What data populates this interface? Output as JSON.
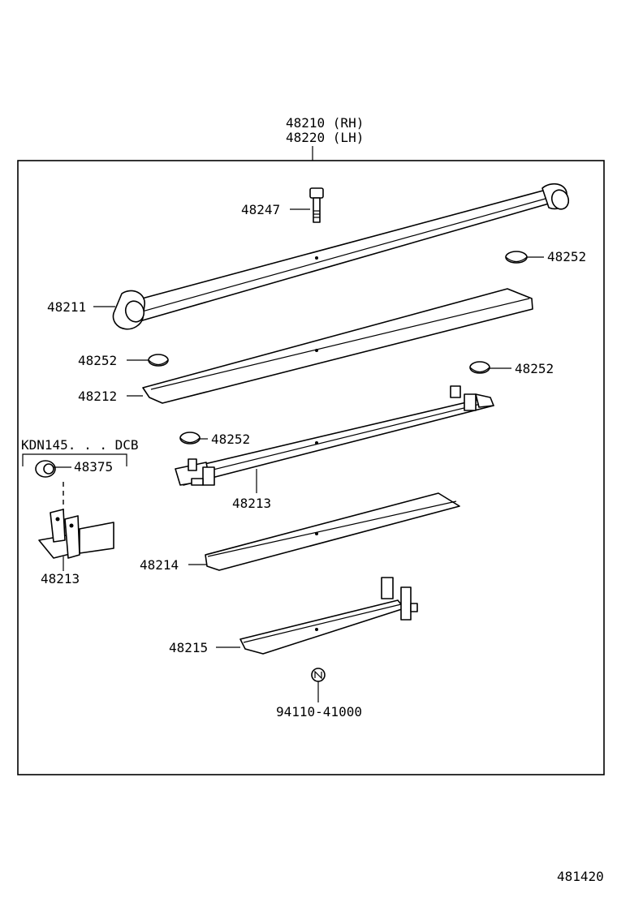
{
  "assembly": {
    "rh": "48210 (RH)",
    "lh": "48220 (LH)"
  },
  "callouts": {
    "bolt": "48247",
    "main_leaf": "48211",
    "leaf2": "48212",
    "leaf3": "48213",
    "leaf4": "48214",
    "leaf5": "48215",
    "bumper_top_right": "48252",
    "bumper_left": "48252",
    "bumper_right": "48252",
    "bumper_mid": "48252",
    "nut": "94110-41000"
  },
  "inset": {
    "condition": "KDN145. . . DCB",
    "bushing": "48375",
    "clip_leaf": "48213"
  },
  "figure_number": "481420"
}
